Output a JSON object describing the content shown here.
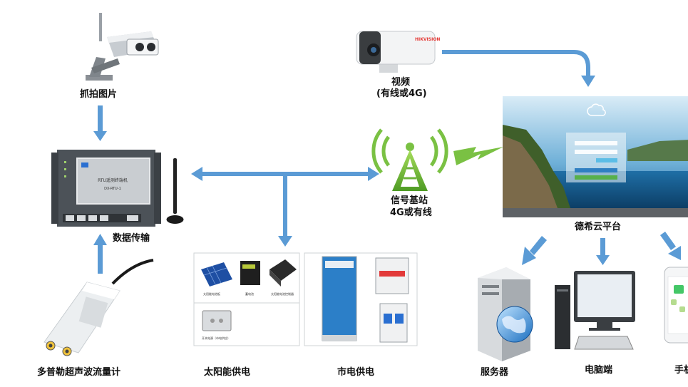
{
  "labels": {
    "camera": "抓拍图片",
    "video_line1": "视频",
    "video_line2": "(有线或4G)",
    "rtu": "数据传输",
    "tower_line1": "信号基站",
    "tower_line2": "4G或有线",
    "cloud": "德希云平台",
    "flowmeter": "多普勒超声波流量计",
    "solar": "太阳能供电",
    "mains": "市电供电",
    "server": "服务器",
    "pc": "电脑端",
    "phone": "手机"
  },
  "rtu_device": {
    "title": "RTU遥测终端机",
    "model": "DX-RTU-1"
  },
  "solar_panel_items": [
    "太阳能电池板",
    "蓄电池",
    "太阳能电池控制器",
    "开关电源（市电供应）"
  ],
  "colors": {
    "arrow": "#5b9bd5",
    "signal": "#7ac143"
  }
}
